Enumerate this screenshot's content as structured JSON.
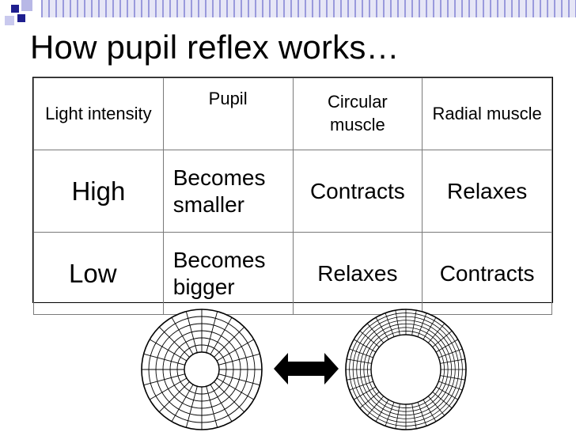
{
  "slide": {
    "title": "How pupil reflex works…",
    "accent_color": "#1f1f8f",
    "stripe_color": "#9a9adc"
  },
  "table": {
    "headers": [
      "Light intensity",
      "Pupil",
      "Circular muscle",
      "Radial muscle"
    ],
    "rows": [
      {
        "light": "High",
        "pupil": "Becomes smaller",
        "circular": "Contracts",
        "radial": "Relaxes"
      },
      {
        "light": "Low",
        "pupil": "Becomes bigger",
        "circular": "Relaxes",
        "radial": "Contracts"
      }
    ]
  },
  "diagram": {
    "left_icon": "iris-constricted-pupil-icon",
    "arrow_icon": "double-arrow-icon",
    "right_icon": "iris-dilated-pupil-icon"
  }
}
